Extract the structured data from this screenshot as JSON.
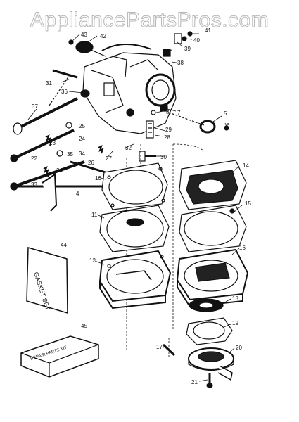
{
  "watermark": "AppliancePartsPros.com",
  "parts": {
    "p3": "3",
    "p4": "4",
    "p5": "5",
    "p6": "6",
    "p7": "7",
    "p8": "8",
    "p10": "10",
    "p11": "11",
    "p12": "12",
    "p14": "14",
    "p15": "15",
    "p16": "16",
    "p17": "17",
    "p18": "18",
    "p19": "19",
    "p20": "20",
    "p21": "21",
    "p22": "22",
    "p23": "23",
    "p24": "24",
    "p25": "25",
    "p26": "26",
    "p27": "27",
    "p28": "28",
    "p29": "29",
    "p30": "30",
    "p31": "31",
    "p32": "32",
    "p33": "33",
    "p34": "34",
    "p35": "35",
    "p36": "36",
    "p37": "37",
    "p38": "38",
    "p39": "39",
    "p40": "40",
    "p41": "41",
    "p42": "42",
    "p43": "43",
    "p44": "44",
    "p45": "45"
  },
  "gasket_set_label": "GASKET SET",
  "repair_kit_label": "REPAIR PARTS KIT"
}
